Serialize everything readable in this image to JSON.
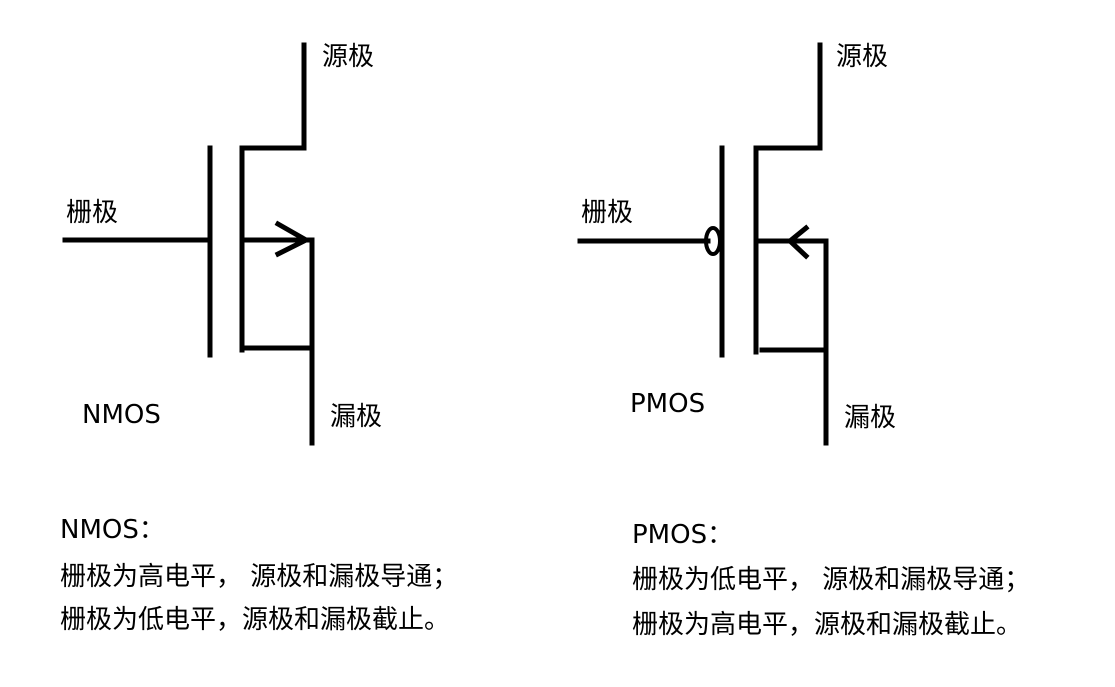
{
  "nmos": {
    "source_label": "源极",
    "gate_label": "栅极",
    "drain_label": "漏极",
    "type_label": "NMOS",
    "desc_title": "NMOS：",
    "desc_line1": "栅极为高电平， 源极和漏极导通；",
    "desc_line2": "栅极为低电平，源极和漏极截止。"
  },
  "pmos": {
    "source_label": "源极",
    "gate_label": "栅极",
    "drain_label": "漏极",
    "type_label": "PMOS",
    "desc_title": "PMOS：",
    "desc_line1": "栅极为低电平， 源极和漏极导通；",
    "desc_line2": "栅极为高电平，源极和漏极截止。"
  },
  "colors": {
    "line": "#000000",
    "background": "#ffffff"
  }
}
